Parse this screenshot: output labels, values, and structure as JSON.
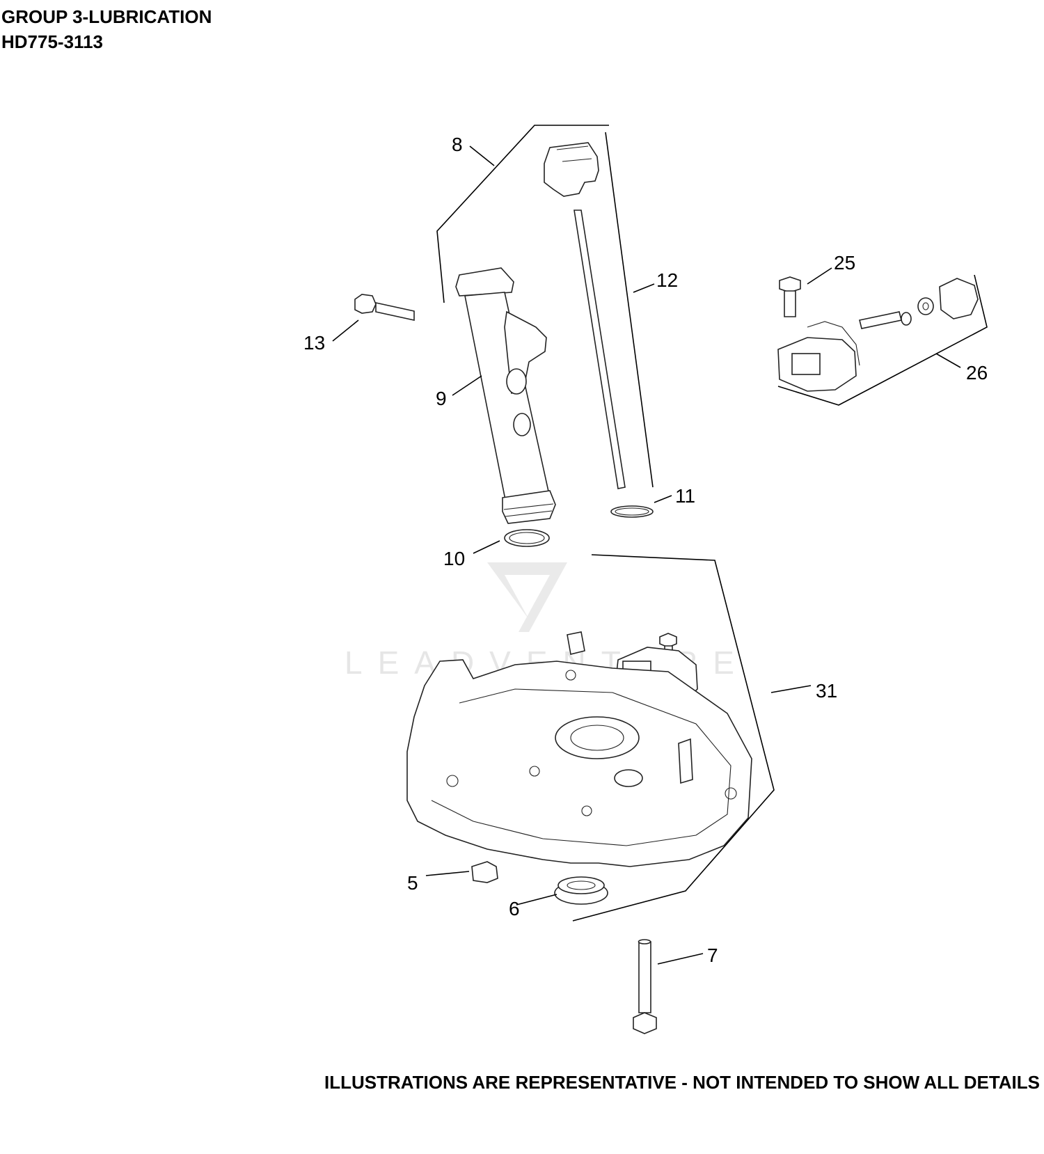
{
  "header": {
    "group": "GROUP 3-LUBRICATION",
    "model": "HD775-3113"
  },
  "footer": {
    "disclaimer": "ILLUSTRATIONS ARE REPRESENTATIVE - NOT INTENDED TO SHOW ALL DETAILS"
  },
  "watermark": {
    "brand": "LEADVENTURE"
  },
  "callouts": {
    "c8": "8",
    "c12": "12",
    "c25": "25",
    "c13": "13",
    "c26": "26",
    "c9": "9",
    "c11": "11",
    "c10": "10",
    "c31": "31",
    "c5": "5",
    "c6": "6",
    "c7": "7"
  }
}
